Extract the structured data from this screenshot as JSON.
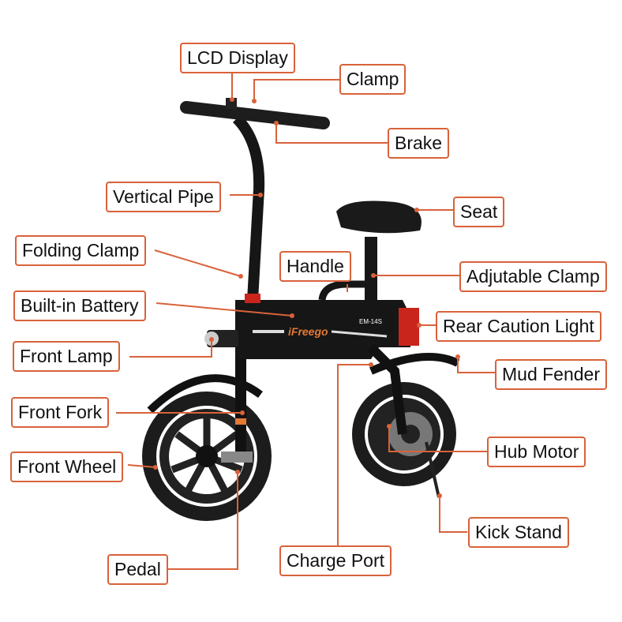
{
  "diagram": {
    "subject": "Folding electric bike (iFreego EM-14S)",
    "brand_text": "iFreego",
    "model_text": "EM-14S",
    "accent_color": "#d9623a",
    "labels": [
      {
        "id": "lcd-display",
        "text": "LCD Display"
      },
      {
        "id": "clamp",
        "text": "Clamp"
      },
      {
        "id": "brake",
        "text": "Brake"
      },
      {
        "id": "vertical-pipe",
        "text": "Vertical Pipe"
      },
      {
        "id": "seat",
        "text": "Seat"
      },
      {
        "id": "folding-clamp",
        "text": "Folding Clamp"
      },
      {
        "id": "handle",
        "text": "Handle"
      },
      {
        "id": "adjustable-clamp",
        "text": "Adjutable Clamp"
      },
      {
        "id": "built-in-battery",
        "text": "Built-in Battery"
      },
      {
        "id": "rear-caution-light",
        "text": "Rear Caution Light"
      },
      {
        "id": "front-lamp",
        "text": "Front Lamp"
      },
      {
        "id": "mud-fender",
        "text": "Mud Fender"
      },
      {
        "id": "front-fork",
        "text": "Front Fork"
      },
      {
        "id": "hub-motor",
        "text": "Hub Motor"
      },
      {
        "id": "front-wheel",
        "text": "Front Wheel"
      },
      {
        "id": "kick-stand",
        "text": "Kick Stand"
      },
      {
        "id": "charge-port",
        "text": "Charge Port"
      },
      {
        "id": "pedal",
        "text": "Pedal"
      }
    ]
  }
}
